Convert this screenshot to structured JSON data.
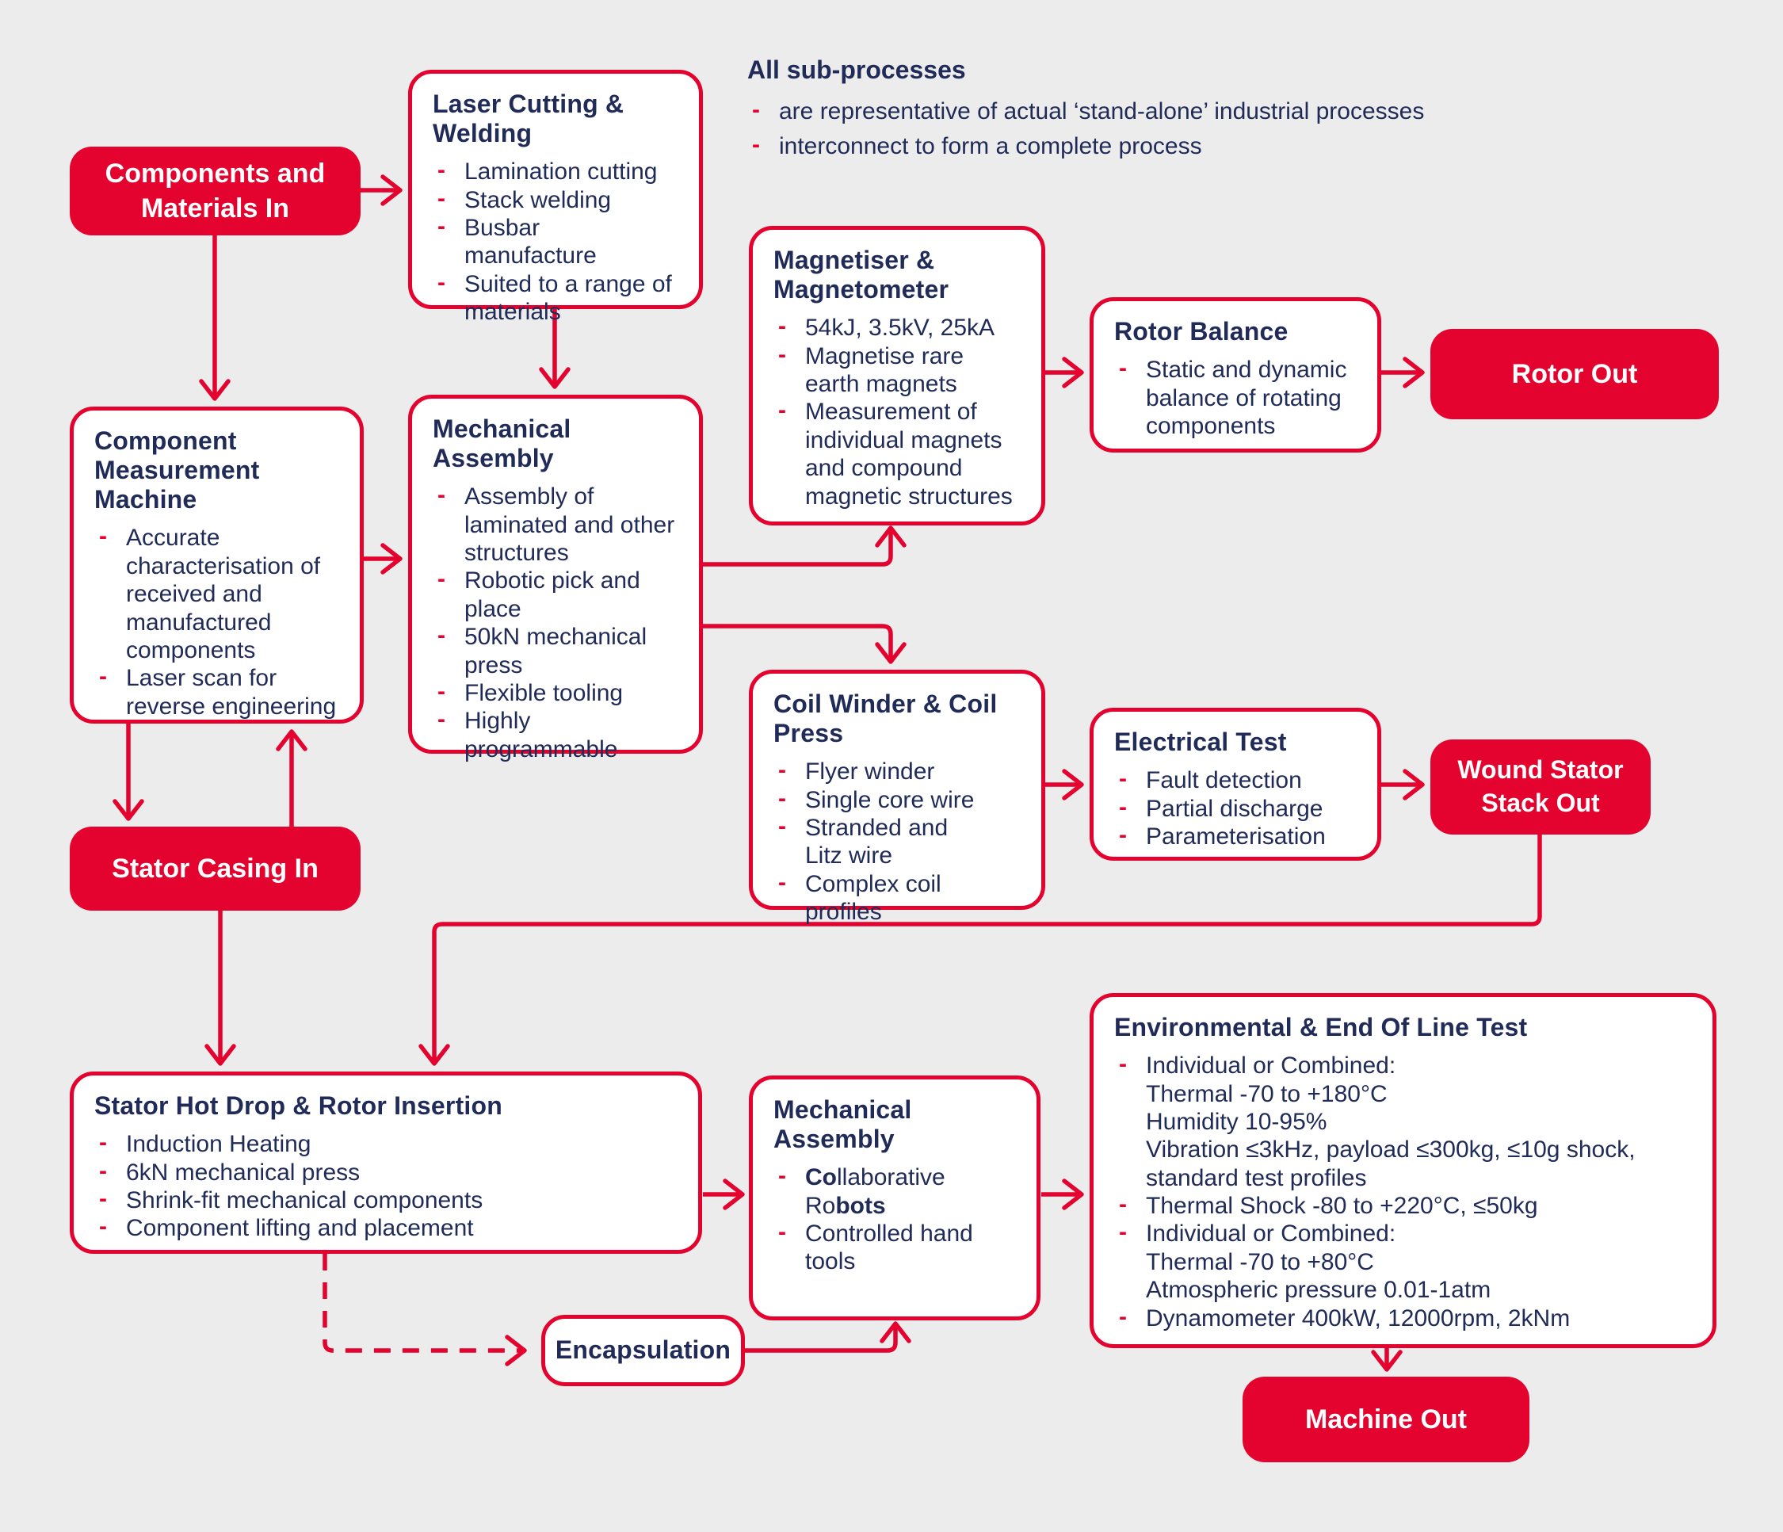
{
  "colors": {
    "red": "#e4032e",
    "navy": "#212b58",
    "background": "#ececec",
    "panel": "#ffffff"
  },
  "note": {
    "title": "All sub-processes",
    "bullets": [
      "are representative of actual ‘stand-alone’ industrial processes",
      "interconnect to form a complete process"
    ]
  },
  "nodes": {
    "components_in": {
      "label": "Components and\nMaterials In"
    },
    "laser": {
      "title": "Laser Cutting &\nWelding",
      "bullets": [
        "Lamination cutting",
        "Stack welding",
        "Busbar manufacture",
        "Suited to a range of\nmaterials"
      ]
    },
    "magnetiser": {
      "title": "Magnetiser &\nMagnetometer",
      "bullets": [
        "54kJ, 3.5kV, 25kA",
        "Magnetise rare\nearth magnets",
        "Measurement of\nindividual magnets\nand compound\nmagnetic structures"
      ]
    },
    "rotor_balance": {
      "title": "Rotor Balance",
      "bullets": [
        "Static and dynamic\nbalance of rotating\ncomponents"
      ]
    },
    "rotor_out": {
      "label": "Rotor Out"
    },
    "cmm": {
      "title": "Component\nMeasurement\nMachine",
      "bullets": [
        "Accurate\ncharacterisation of\nreceived and\nmanufactured\ncomponents",
        "Laser scan for\nreverse engineering"
      ]
    },
    "mech_assembly_1": {
      "title": "Mechanical Assembly",
      "bullets": [
        "Assembly of\nlaminated and other\nstructures",
        "Robotic pick and\nplace",
        "50kN mechanical\npress",
        "Flexible tooling",
        "Highly\nprogrammable"
      ]
    },
    "coil_winder": {
      "title": "Coil Winder & Coil\nPress",
      "bullets": [
        "Flyer winder",
        "Single core wire",
        "Stranded and\nLitz wire",
        "Complex coil profiles"
      ]
    },
    "electrical_test": {
      "title": "Electrical Test",
      "bullets": [
        "Fault detection",
        "Partial discharge",
        "Parameterisation"
      ]
    },
    "wound_stator_out": {
      "label": "Wound Stator\nStack Out"
    },
    "stator_casing_in": {
      "label": "Stator Casing In"
    },
    "hot_drop": {
      "title": "Stator Hot Drop & Rotor Insertion",
      "bullets": [
        "Induction Heating",
        "6kN mechanical press",
        "Shrink-fit mechanical components",
        "Component lifting and placement"
      ]
    },
    "mech_assembly_2": {
      "title": "Mechanical Assembly",
      "bullets": [
        [
          {
            "t": "Co",
            "b": true
          },
          {
            "t": "llaborative\nRo"
          },
          {
            "t": "bots",
            "b": true
          }
        ],
        "Controlled hand\ntools"
      ]
    },
    "env_test": {
      "title": "Environmental & End Of Line Test",
      "bullets": [
        "Individual or Combined:\nThermal -70 to +180°C\nHumidity 10-95%\nVibration ≤3kHz, payload ≤300kg, ≤10g shock,\nstandard test profiles",
        "Thermal Shock -80 to +220°C, ≤50kg",
        "Individual or Combined:\nThermal -70 to +80°C\nAtmospheric pressure 0.01-1atm",
        "Dynamometer 400kW, 12000rpm, 2kNm"
      ]
    },
    "encapsulation": {
      "label": "Encapsulation"
    },
    "machine_out": {
      "label": "Machine Out"
    }
  }
}
